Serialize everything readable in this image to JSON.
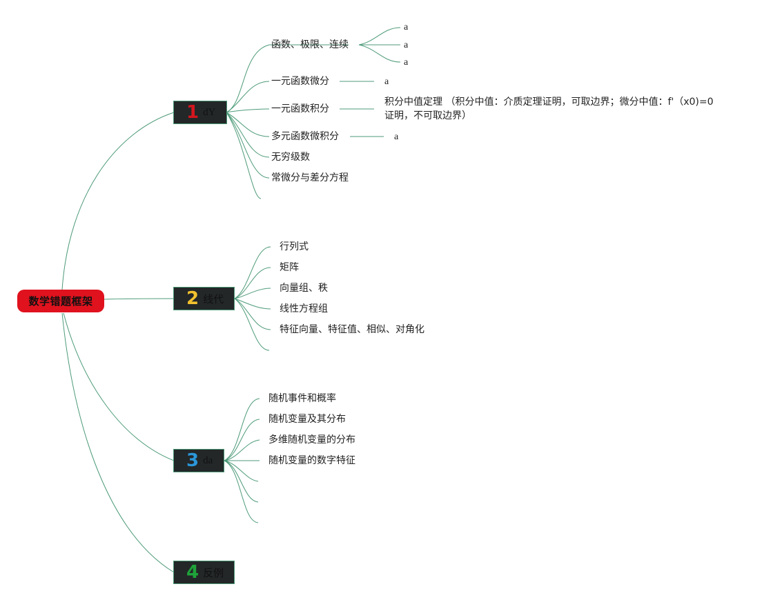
{
  "root": {
    "label": "数学错题框架"
  },
  "branches": [
    {
      "number": "1",
      "number_color": "#d4161e",
      "label": "dY",
      "items": [
        "函数、极限、连续",
        "一元函数微分",
        "一元函数积分",
        "多元函数微积分",
        "无穷级数",
        "常微分与差分方程"
      ],
      "leaves": {
        "functions": [
          "a",
          "a",
          "a"
        ],
        "differential": "a",
        "integral_note": "积分中值定理 （积分中值：介质定理证明，可取边界；微分中值：f'（x0)=0证明，不可取边界）",
        "multivariable": "a"
      }
    },
    {
      "number": "2",
      "number_color": "#f2c12e",
      "label": "线代",
      "items": [
        "行列式",
        "矩阵",
        "向量组、秩",
        "线性方程组",
        "特征向量、特征值、相似、对角化"
      ]
    },
    {
      "number": "3",
      "number_color": "#2b97d9",
      "label": "da",
      "items": [
        "随机事件和概率",
        "随机变量及其分布",
        "多维随机变量的分布",
        "随机变量的数字特征"
      ]
    },
    {
      "number": "4",
      "number_color": "#1fa33a",
      "label": "反例",
      "items": []
    }
  ],
  "colors": {
    "link": "#4c9a78",
    "root_bg": "#e0121e",
    "branch_bg": "#232728"
  }
}
